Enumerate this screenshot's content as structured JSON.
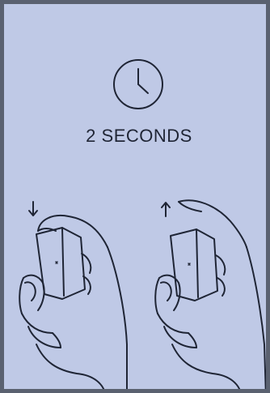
{
  "duration": {
    "icon": "clock-icon",
    "label": "2 SECONDS"
  },
  "steps": [
    {
      "name": "press-down",
      "arrow": "arrow-down-icon"
    },
    {
      "name": "release",
      "arrow": "arrow-up-icon"
    }
  ],
  "colors": {
    "background": "#bfc9e6",
    "stroke": "#1f2535",
    "border": "#5a6170"
  }
}
